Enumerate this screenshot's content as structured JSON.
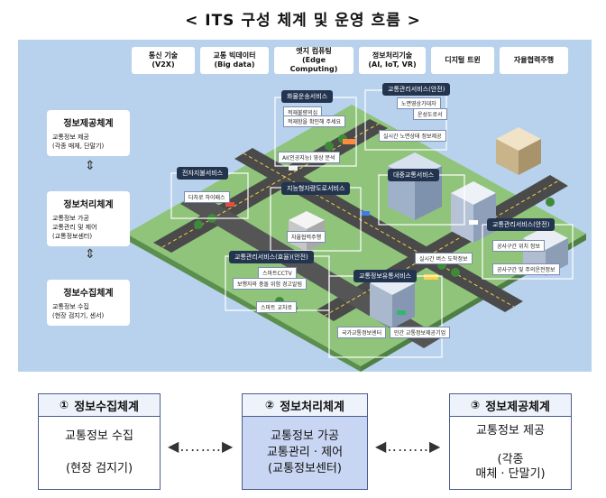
{
  "title": "< ITS 구성 체계 및 운영 흐름 >",
  "tech": [
    {
      "line1": "통신 기술",
      "line2": "(V2X)"
    },
    {
      "line1": "교통 빅데이터",
      "line2": "(Big data)"
    },
    {
      "line1": "엣지 컴퓨팅",
      "line2": "(Edge Computing)"
    },
    {
      "line1": "정보처리기술",
      "line2": "(AI, IoT, VR)"
    },
    {
      "line1": "디지털 트윈",
      "line2": ""
    },
    {
      "line1": "자율협력주행",
      "line2": ""
    }
  ],
  "systems": [
    {
      "title": "정보제공체계",
      "desc": "교통정보 제공\n(각종 매체, 단말기)"
    },
    {
      "title": "정보처리체계",
      "desc": "교통정보 가공\n교통관리 및 제어\n(교통정보센터)"
    },
    {
      "title": "정보수집체계",
      "desc": "교통정보 수집\n(현장 검지기, 센서)"
    }
  ],
  "services": {
    "freight": "화물운송서비스",
    "traffic_mgmt_safety": "교통관리서비스(안전)",
    "electronic_payment": "전자지불서비스",
    "intelligent_road": "지능형자량도로서비스",
    "public_transport": "대중교통서비스",
    "traffic_mgmt_safety2": "교통관리서비스(안전)",
    "traffic_mgmt_efficiency": "교통관리서비스(효율)(안전)",
    "traffic_info_sharing": "교통정보유통서비스"
  },
  "chips": {
    "freight_a": "적재불량의심",
    "freight_b": "적재함을 확인해 주세요",
    "ai_analysis": "AI(인공지능) 영상 분석",
    "road_hazard": "노면영상가대자",
    "weather": "운성도로서",
    "realtime_road": "실시간 노면상태 정보제공",
    "hipass": "다차로 하이패스",
    "autonomous": "자율협력주행",
    "bus_info": "실시간 버스 도착정보",
    "construction": "공사구간 위치 정보",
    "construction2": "공사구간 및 주의운전정보",
    "smart_cctv": "스마트CCTV",
    "pedestrian": "보행자와 충돌 위험 경고알림",
    "smart_crossing": "스마트 교차로",
    "national_center": "국가교통정보센터",
    "private_provider": "민간 교통정보제공기업"
  },
  "bottom": [
    {
      "num": "①",
      "title": "정보수집체계",
      "body": "교통정보 수집\n\n(현장 검지기)"
    },
    {
      "num": "②",
      "title": "정보처리체계",
      "body": "교통정보 가공\n교통관리 · 제어\n(교통정보센터)"
    },
    {
      "num": "③",
      "title": "정보제공체계",
      "body": "교통정보 제공\n\n(각종\n매체 · 단말기)"
    }
  ],
  "arrows": {
    "left": "◀‥‥‥‥▶",
    "right": "◀‥‥‥‥▶"
  },
  "colors": {
    "panel_bg": "#b8d2ee",
    "service_label_bg": "#23344f",
    "ground": "#8fc47a",
    "road": "#4a4a4a",
    "bottom_box_fill": "#c9d6f3"
  }
}
